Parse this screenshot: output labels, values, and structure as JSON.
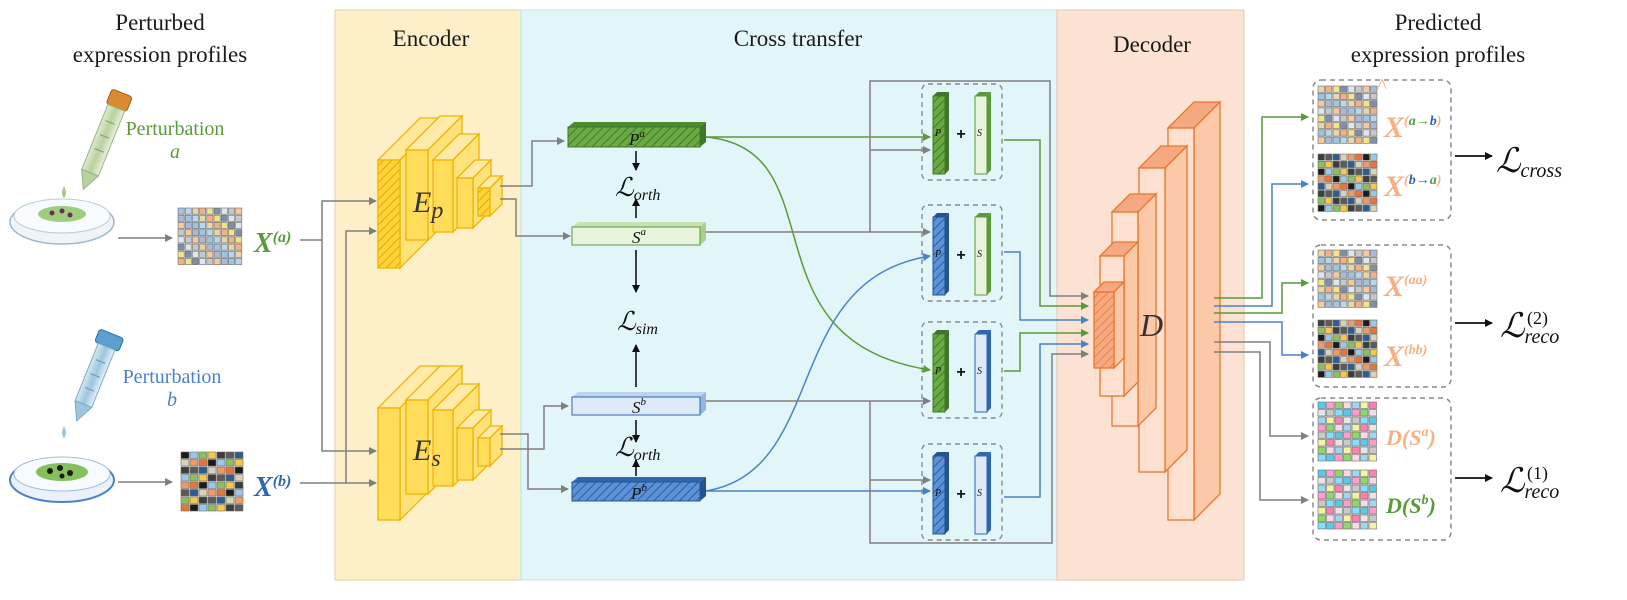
{
  "colors": {
    "encoder_bg": "#fdf0c8",
    "cross_bg": "#e2f5f8",
    "decoder_bg": "#fbe2d2",
    "green": "#5a9a3a",
    "green_dark": "#4f8a31",
    "green_light": "#e8f3dc",
    "blue": "#4a82c8",
    "blue_dark": "#2f66b0",
    "blue_light": "#dfeaf8",
    "yellow": "#ffd43b",
    "yellow_stroke": "#e8b400",
    "orange": "#f6a980",
    "orange_stroke": "#e8772e",
    "gray": "#7f7f7f",
    "pred_orange": "#f5b183"
  },
  "headings": {
    "left_line1": "Perturbed",
    "left_line2": "expression profiles",
    "encoder": "Encoder",
    "cross": "Cross transfer",
    "decoder": "Decoder",
    "right_line1": "Predicted",
    "right_line2": "expression profiles"
  },
  "inputs": {
    "pert_a_word": "Perturbation",
    "pert_a_letter": "a",
    "pert_b_word": "Perturbation",
    "pert_b_letter": "b",
    "xa_main": "X",
    "xa_sup": "(a)",
    "xb_main": "X",
    "xb_sup": "(b)"
  },
  "encoders": {
    "ep_main": "E",
    "ep_sub": "p",
    "es_main": "E",
    "es_sub": "s"
  },
  "latents": {
    "pa_main": "P",
    "pa_sup": "a",
    "sa_main": "S",
    "sa_sup": "a",
    "sb_main": "S",
    "sb_sup": "b",
    "pb_main": "P",
    "pb_sup": "b"
  },
  "losses": {
    "l_script": "ℒ",
    "orth": "orth",
    "sim": "sim",
    "cross": "cross",
    "reco": "reco",
    "reco2_sup": "(2)",
    "reco1_sup": "(1)"
  },
  "combos": {
    "plus": "+",
    "c1_left": "P",
    "c1_right": "S",
    "c2_left": "P",
    "c2_right": "S",
    "c3_left": "P",
    "c3_right": "S",
    "c4_left": "P",
    "c4_right": "S"
  },
  "decoder": {
    "label": "D"
  },
  "outputs": {
    "xab_main": "X",
    "xab_sup_open": "(",
    "xab_a": "a",
    "xab_arrow": "→",
    "xab_b": "b",
    "xab_sup_close": ")",
    "xba_main": "X",
    "xba_sup_open": "(",
    "xba_b": "b",
    "xba_arrow": "→",
    "xba_a": "a",
    "xba_sup_close": ")",
    "xaa_main": "X",
    "xaa_sup": "(aa)",
    "xbb_main": "X",
    "xbb_sup": "(bb)",
    "dsa_pre": "D(",
    "dsa_main": "S",
    "dsa_sup": "a",
    "dsa_post": ")",
    "dsb_pre": "D(",
    "dsb_main": "S",
    "dsb_sup": "b",
    "dsb_post": ")"
  }
}
